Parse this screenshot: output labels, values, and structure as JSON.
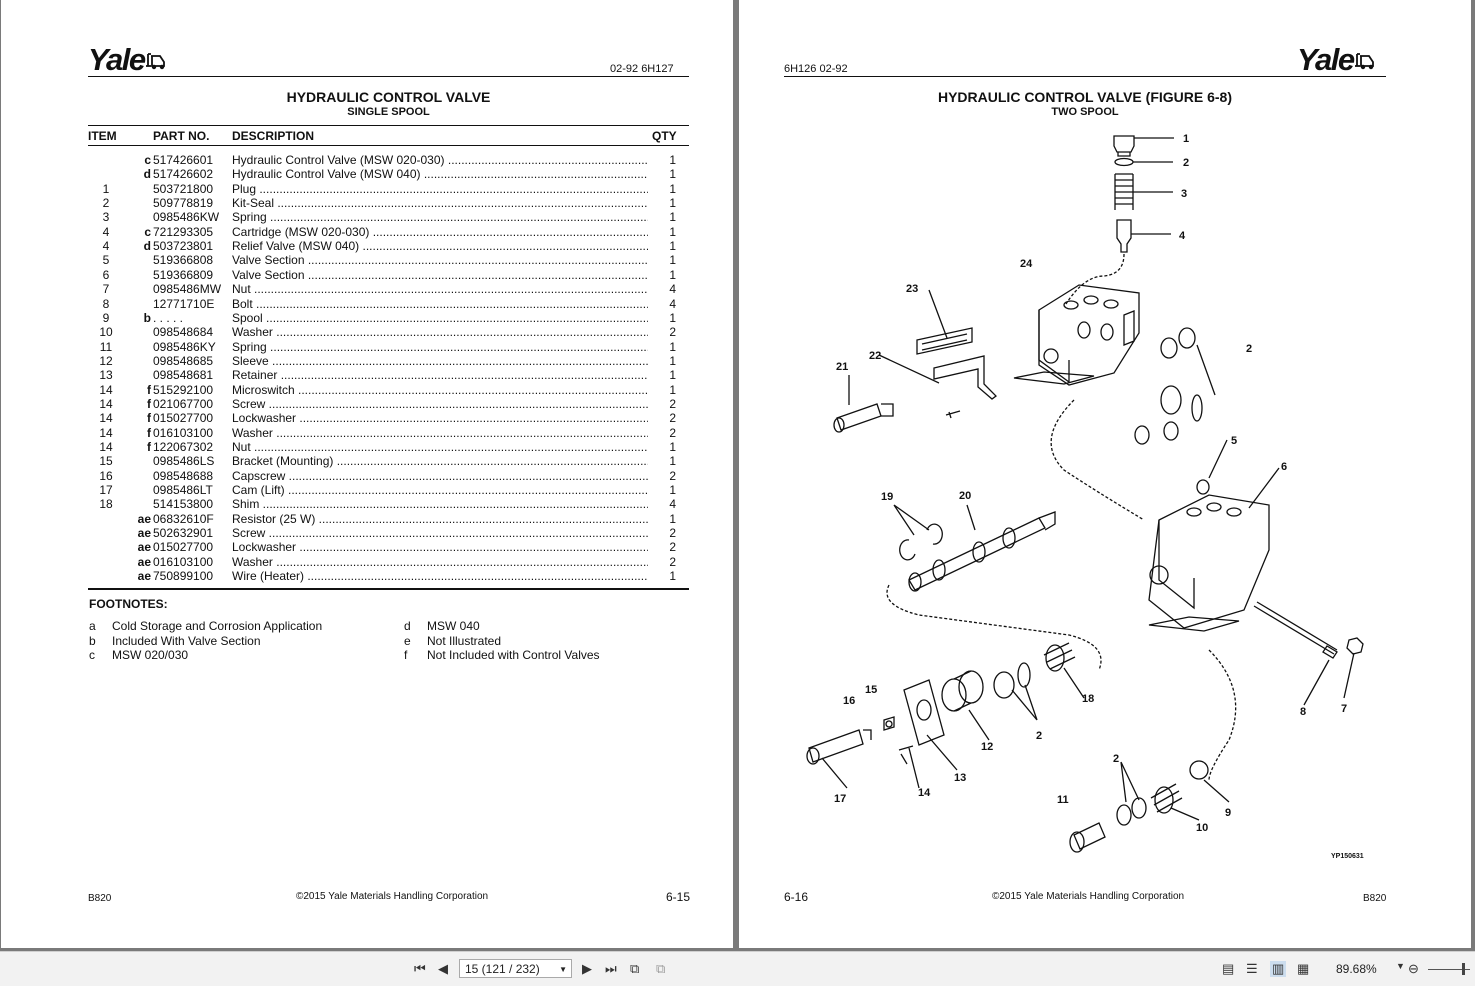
{
  "left": {
    "brand": "Yale",
    "header_code": "02-92   6H127",
    "title": "HYDRAULIC CONTROL VALVE",
    "subtitle": "SINGLE SPOOL",
    "columns": {
      "item": "ITEM",
      "part": "PART NO.",
      "desc": "DESCRIPTION",
      "qty": "QTY"
    },
    "rows": [
      {
        "item": "",
        "fn": "c",
        "part": "517426601",
        "desc": "Hydraulic Control Valve (MSW 020-030)",
        "qty": "1"
      },
      {
        "item": "",
        "fn": "d",
        "part": "517426602",
        "desc": "Hydraulic Control Valve (MSW 040)",
        "qty": "1"
      },
      {
        "item": "1",
        "fn": "",
        "part": "503721800",
        "desc": "Plug",
        "qty": "1"
      },
      {
        "item": "2",
        "fn": "",
        "part": "509778819",
        "desc": "Kit-Seal",
        "qty": "1"
      },
      {
        "item": "3",
        "fn": "",
        "part": "0985486KW",
        "desc": "Spring",
        "qty": "1"
      },
      {
        "item": "4",
        "fn": "c",
        "part": "721293305",
        "desc": "Cartridge (MSW 020-030)",
        "qty": "1"
      },
      {
        "item": "4",
        "fn": "d",
        "part": "503723801",
        "desc": "Relief Valve (MSW 040)",
        "qty": "1"
      },
      {
        "item": "5",
        "fn": "",
        "part": "519366808",
        "desc": "Valve Section",
        "qty": "1"
      },
      {
        "item": "6",
        "fn": "",
        "part": "519366809",
        "desc": "Valve Section",
        "qty": "1"
      },
      {
        "item": "7",
        "fn": "",
        "part": "0985486MW",
        "desc": "Nut",
        "qty": "4"
      },
      {
        "item": "8",
        "fn": "",
        "part": "12771710E",
        "desc": "Bolt",
        "qty": "4"
      },
      {
        "item": "9",
        "fn": "b",
        "part": ". . . . .",
        "desc": "Spool",
        "qty": "1"
      },
      {
        "item": "10",
        "fn": "",
        "part": "098548684",
        "desc": "Washer",
        "qty": "2"
      },
      {
        "item": "11",
        "fn": "",
        "part": "0985486KY",
        "desc": "Spring",
        "qty": "1"
      },
      {
        "item": "12",
        "fn": "",
        "part": "098548685",
        "desc": "Sleeve",
        "qty": "1"
      },
      {
        "item": "13",
        "fn": "",
        "part": "098548681",
        "desc": "Retainer",
        "qty": "1"
      },
      {
        "item": "14",
        "fn": "f",
        "part": "515292100",
        "desc": "Microswitch",
        "qty": "1"
      },
      {
        "item": "14",
        "fn": "f",
        "part": "021067700",
        "desc": "Screw",
        "qty": "2"
      },
      {
        "item": "14",
        "fn": "f",
        "part": "015027700",
        "desc": "Lockwasher",
        "qty": "2"
      },
      {
        "item": "14",
        "fn": "f",
        "part": "016103100",
        "desc": "Washer",
        "qty": "2"
      },
      {
        "item": "14",
        "fn": "f",
        "part": "122067302",
        "desc": "Nut",
        "qty": "1"
      },
      {
        "item": "15",
        "fn": "",
        "part": "0985486LS",
        "desc": "Bracket (Mounting)",
        "qty": "1"
      },
      {
        "item": "16",
        "fn": "",
        "part": "098548688",
        "desc": "Capscrew",
        "qty": "2"
      },
      {
        "item": "17",
        "fn": "",
        "part": "0985486LT",
        "desc": "Cam (Lift)",
        "qty": "1"
      },
      {
        "item": "18",
        "fn": "",
        "part": "514153800",
        "desc": "Shim",
        "qty": "4"
      },
      {
        "item": "",
        "fn": "ae",
        "part": "06832610F",
        "desc": "Resistor (25 W)",
        "qty": "1"
      },
      {
        "item": "",
        "fn": "ae",
        "part": "502632901",
        "desc": "Screw",
        "qty": "2"
      },
      {
        "item": "",
        "fn": "ae",
        "part": "015027700",
        "desc": "Lockwasher",
        "qty": "2"
      },
      {
        "item": "",
        "fn": "ae",
        "part": "016103100",
        "desc": "Washer",
        "qty": "2"
      },
      {
        "item": "",
        "fn": "ae",
        "part": "750899100",
        "desc": "Wire (Heater)",
        "qty": "1"
      }
    ],
    "footnotes_title": "FOOTNOTES:",
    "footnotes": [
      {
        "key": "a",
        "text": "Cold Storage and Corrosion Application"
      },
      {
        "key": "b",
        "text": "Included With Valve Section"
      },
      {
        "key": "c",
        "text": "MSW 020/030"
      },
      {
        "key": "d",
        "text": "MSW 040"
      },
      {
        "key": "e",
        "text": "Not Illustrated"
      },
      {
        "key": "f",
        "text": "Not Included with Control Valves"
      }
    ],
    "footer_left": "B820",
    "footer_center": "©2015 Yale Materials Handling Corporation",
    "footer_right": "6-15"
  },
  "right": {
    "brand": "Yale",
    "header_code": "6H126   02-92",
    "title": "HYDRAULIC CONTROL VALVE (FIGURE 6-8)",
    "subtitle": "TWO SPOOL",
    "figure_labels": [
      "1",
      "2",
      "3",
      "4",
      "24",
      "23",
      "22",
      "21",
      "2",
      "5",
      "6",
      "19",
      "20",
      "18",
      "15",
      "16",
      "12",
      "13",
      "2",
      "14",
      "17",
      "8",
      "7",
      "2",
      "11",
      "10",
      "9"
    ],
    "figure_id": "YP150631",
    "footer_left": "6-16",
    "footer_center": "©2015 Yale Materials Handling Corporation",
    "footer_right": "B820"
  },
  "viewer": {
    "page_value": "15 (121 / 232)",
    "zoom": "89.68%",
    "icons": [
      "first-page-icon",
      "prev-page-icon",
      "next-page-icon",
      "last-page-icon",
      "rotate-icon",
      "extract-icon",
      "single-page-icon",
      "continuous-icon",
      "facing-icon",
      "facing-continuous-icon",
      "zoom-out-icon",
      "zoom-slider-icon"
    ]
  }
}
